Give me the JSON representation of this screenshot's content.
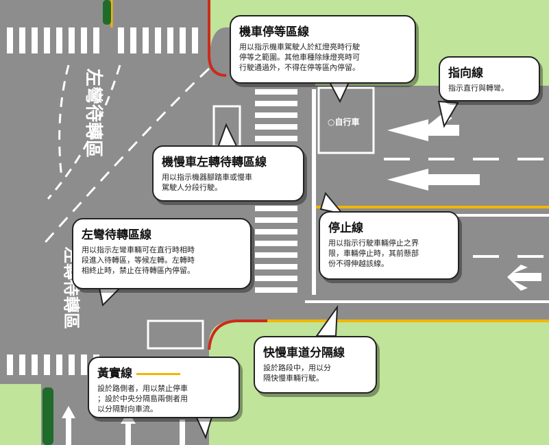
{
  "colors": {
    "road": "#8d8d8d",
    "grass": "#bfe49a",
    "curb": "#cc2a1a",
    "yellow_line": "#f2b600",
    "white_line": "#ffffff",
    "median": "#1f6b2a"
  },
  "road_markings": {
    "left_turn_box_text": "左彎待轉區",
    "waiting_box_text": "左轉待轉區",
    "bike_symbol": "○自行車"
  },
  "callouts": {
    "motorcycle_stop": {
      "title": "機車停等區線",
      "lines": [
        "用以指示機車駕駛人於紅燈亮時行駛",
        "停等之範圍。其他車種除綠燈亮時可",
        "行駛通過外，不得在停等區內停留。"
      ]
    },
    "direction": {
      "title": "指向線",
      "lines": [
        "指示直行與轉彎。"
      ]
    },
    "two_stage_turn": {
      "title": "機慢車左轉待轉區線",
      "lines": [
        "用以指示機器腳踏車或慢車",
        "駕駛人分段行駛。"
      ]
    },
    "left_turn_wait": {
      "title": "左彎待轉區線",
      "lines": [
        "用以指示左彎車輛可在直行時相時",
        "段進入待轉區，等候左轉。左轉時",
        "相終止時，禁止在待轉區內停留。"
      ]
    },
    "stop_line": {
      "title": "停止線",
      "lines": [
        "用以指示行駛車輛停止之界",
        "限，車輛停止時，其前懸部",
        "份不得伸越該線。"
      ]
    },
    "lane_divider": {
      "title": "快慢車道分隔線",
      "lines": [
        "設於路段中，用以分",
        "隔快慢車輛行駛。"
      ]
    },
    "yellow_line": {
      "title": "黃實線",
      "lines": [
        "設於路側者，用以禁止停車",
        "；設於中央分隔島兩側者用",
        "以分隔對向車流。"
      ]
    }
  }
}
